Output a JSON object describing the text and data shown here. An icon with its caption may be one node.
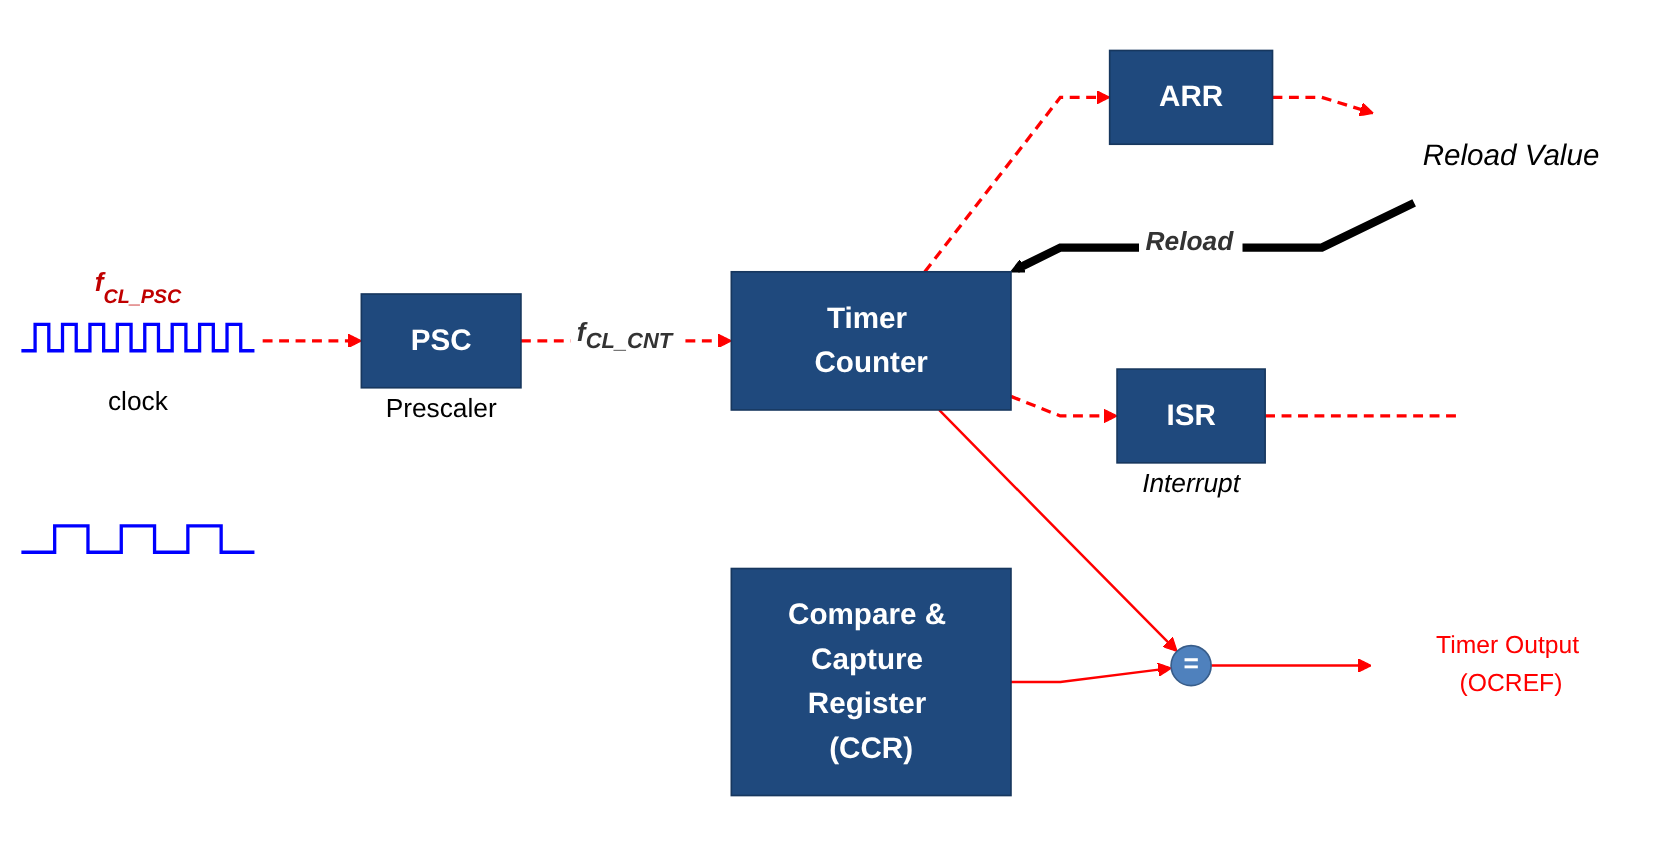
{
  "diagram": {
    "nodes": [
      {
        "text": [],
        "shape": "picture",
        "beside": [
          "f$_{CL_PSC}$",
          "clock"
        ]
      },
      {
        "text": [
          "PSC"
        ],
        "beside": [
          "Prescaler"
        ]
      },
      {
        "text": [],
        "shape": "picture"
      },
      {
        "text": [
          "Timer Counter"
        ]
      },
      {
        "text": [
          "Reload Value"
        ]
      },
      {
        "text": [
          "ARR"
        ]
      },
      {
        "text": [
          "ISR"
        ],
        "beside": [
          "Interrupt"
        ]
      },
      {
        "text": [
          "="
        ]
      },
      {
        "text": [
          "Timer Output (OCREF)"
        ]
      },
      {
        "text": [
          "Compare & Capture Register (CCR)"
        ]
      }
    ],
    "edges": [
      {
        "from": 0,
        "to": 1,
        "arrow": "to",
        "style": "dashed"
      },
      {
        "from": 1,
        "to": 3,
        "arrow": "to",
        "style": "dashed",
        "label": "f$_{CL_CNT}$"
      },
      {
        "from": 4,
        "to": 3,
        "arrow": "to",
        "label": "Reload",
        "style": "thick",
        "color": "#000000"
      },
      {
        "from": 5,
        "to": 4,
        "arrow": "to",
        "style": "dashed"
      },
      {
        "from": 3,
        "to": 5,
        "arrow": "to",
        "style": "dashed"
      },
      {
        "from": 3,
        "to": 6,
        "arrow": "to",
        "style": "dashed"
      },
      {
        "from": 6,
        "to": null,
        "arrow": "none",
        "style": "dashed"
      },
      {
        "from": 3,
        "to": 7,
        "arrow": "to"
      },
      {
        "from": 9,
        "to": 7,
        "arrow": "to"
      },
      {
        "from": 7,
        "to": 8,
        "arrow": "to"
      }
    ]
  }
}
